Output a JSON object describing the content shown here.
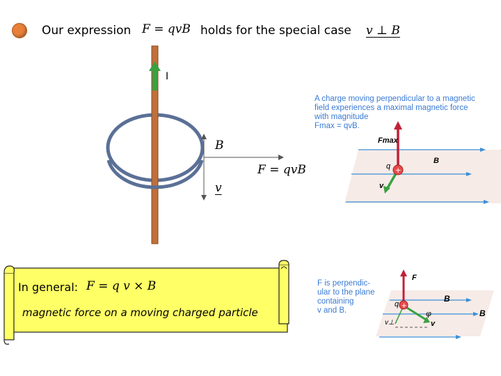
{
  "header": {
    "lead_text": "Our expression",
    "equation": "F = qvB",
    "middle_text": "holds for the special case",
    "condition": "v ⊥ B"
  },
  "wire_diagram": {
    "current_label": "I",
    "field_label": "B",
    "force_label": "F = qvB",
    "velocity_label": "v"
  },
  "scroll": {
    "general_label": "In general:",
    "general_equation": "F = q v × B",
    "description": "magnetic force on a moving charged particle"
  },
  "textbook_top": {
    "caption_lines": [
      "A charge moving perpendicular to a magnetic",
      "field experiences a maximal magnetic force",
      "with magnitude",
      "Fmax = qvB."
    ],
    "force_label": "Fmax",
    "charge_label": "q",
    "field_label": "B",
    "velocity_label": "v"
  },
  "textbook_bottom": {
    "caption_lines": [
      "F is perpendic-",
      "ular to the plane",
      "containing",
      "v and B."
    ],
    "force_label": "F",
    "charge_label": "q",
    "field_label_inner": "B",
    "field_label_outer": "B",
    "angle_label": "φ",
    "perp_component_label": "v⊥",
    "velocity_label": "v"
  },
  "colors": {
    "wire": "#c0703a",
    "loop": "#5b7096",
    "bullet": "#e8803a",
    "scroll": "#ffff66",
    "field_lines": "#3a8fd8",
    "force_arrow": "#c0203a",
    "velocity_arrow": "#3aa040"
  }
}
